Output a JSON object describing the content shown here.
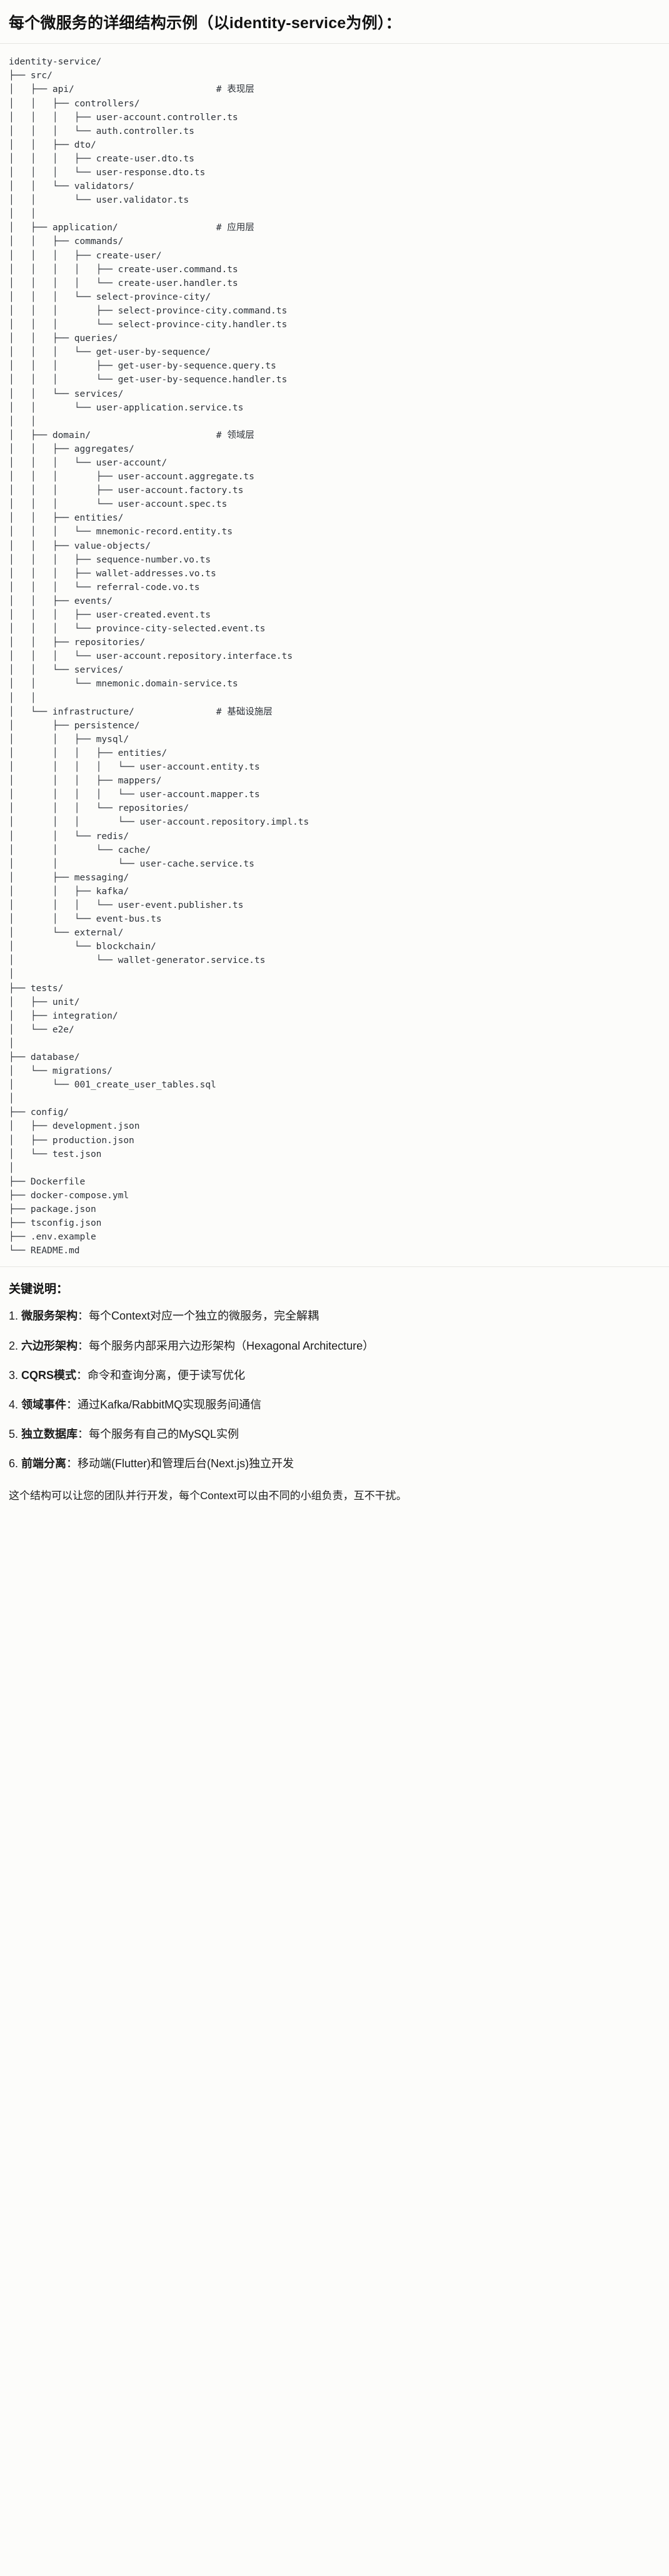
{
  "header": {
    "title": "每个微服务的详细结构示例（以identity-service为例）："
  },
  "tree": {
    "text": "identity-service/\n├── src/\n│   ├── api/                          # 表现层\n│   │   ├── controllers/\n│   │   │   ├── user-account.controller.ts\n│   │   │   └── auth.controller.ts\n│   │   ├── dto/\n│   │   │   ├── create-user.dto.ts\n│   │   │   └── user-response.dto.ts\n│   │   └── validators/\n│   │       └── user.validator.ts\n│   │\n│   ├── application/                  # 应用层\n│   │   ├── commands/\n│   │   │   ├── create-user/\n│   │   │   │   ├── create-user.command.ts\n│   │   │   │   └── create-user.handler.ts\n│   │   │   └── select-province-city/\n│   │   │       ├── select-province-city.command.ts\n│   │   │       └── select-province-city.handler.ts\n│   │   ├── queries/\n│   │   │   └── get-user-by-sequence/\n│   │   │       ├── get-user-by-sequence.query.ts\n│   │   │       └── get-user-by-sequence.handler.ts\n│   │   └── services/\n│   │       └── user-application.service.ts\n│   │\n│   ├── domain/                       # 领域层\n│   │   ├── aggregates/\n│   │   │   └── user-account/\n│   │   │       ├── user-account.aggregate.ts\n│   │   │       ├── user-account.factory.ts\n│   │   │       └── user-account.spec.ts\n│   │   ├── entities/\n│   │   │   └── mnemonic-record.entity.ts\n│   │   ├── value-objects/\n│   │   │   ├── sequence-number.vo.ts\n│   │   │   ├── wallet-addresses.vo.ts\n│   │   │   └── referral-code.vo.ts\n│   │   ├── events/\n│   │   │   ├── user-created.event.ts\n│   │   │   └── province-city-selected.event.ts\n│   │   ├── repositories/\n│   │   │   └── user-account.repository.interface.ts\n│   │   └── services/\n│   │       └── mnemonic.domain-service.ts\n│   │\n│   └── infrastructure/               # 基础设施层\n│       ├── persistence/\n│       │   ├── mysql/\n│       │   │   ├── entities/\n│       │   │   │   └── user-account.entity.ts\n│       │   │   ├── mappers/\n│       │   │   │   └── user-account.mapper.ts\n│       │   │   └── repositories/\n│       │   │       └── user-account.repository.impl.ts\n│       │   └── redis/\n│       │       └── cache/\n│       │           └── user-cache.service.ts\n│       ├── messaging/\n│       │   ├── kafka/\n│       │   │   └── user-event.publisher.ts\n│       │   └── event-bus.ts\n│       └── external/\n│           └── blockchain/\n│               └── wallet-generator.service.ts\n│\n├── tests/\n│   ├── unit/\n│   ├── integration/\n│   └── e2e/\n│\n├── database/\n│   └── migrations/\n│       └── 001_create_user_tables.sql\n│\n├── config/\n│   ├── development.json\n│   ├── production.json\n│   └── test.json\n│\n├── Dockerfile\n├── docker-compose.yml\n├── package.json\n├── tsconfig.json\n├── .env.example\n└── README.md"
  },
  "notes": {
    "heading": "关键说明：",
    "items": [
      {
        "num": "1. ",
        "lead": "微服务架构",
        "body": "：每个Context对应一个独立的微服务，完全解耦"
      },
      {
        "num": "2. ",
        "lead": "六边形架构",
        "body": "：每个服务内部采用六边形架构（Hexagonal Architecture）"
      },
      {
        "num": "3. ",
        "lead": "CQRS模式",
        "body": "：命令和查询分离，便于读写优化"
      },
      {
        "num": "4. ",
        "lead": "领域事件",
        "body": "：通过Kafka/RabbitMQ实现服务间通信"
      },
      {
        "num": "5. ",
        "lead": "独立数据库",
        "body": "：每个服务有自己的MySQL实例"
      },
      {
        "num": "6. ",
        "lead": "前端分离",
        "body": "：移动端(Flutter)和管理后台(Next.js)独立开发"
      }
    ],
    "closing": "这个结构可以让您的团队并行开发，每个Context可以由不同的小组负责，互不干扰。"
  },
  "colors": {
    "background": "#fcfcfa",
    "text": "#1b1b1b",
    "code_text": "#2c3138",
    "divider": "#e6e6e2"
  }
}
